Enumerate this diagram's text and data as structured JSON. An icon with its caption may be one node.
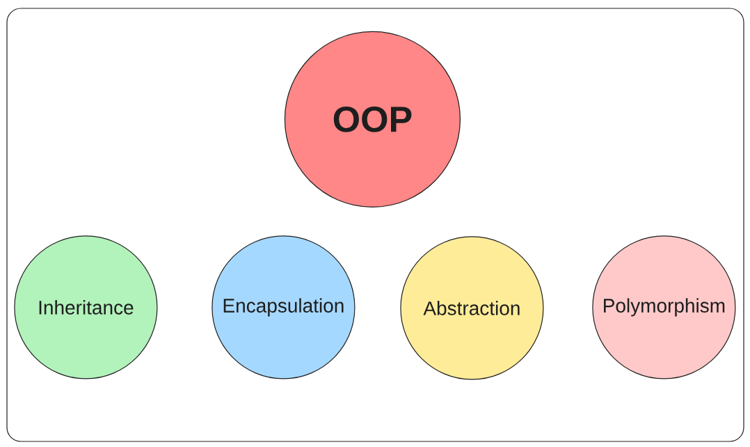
{
  "diagram": {
    "nodes": [
      {
        "text": [],
        "shape": "box"
      },
      {
        "text": [
          "OOP"
        ],
        "in": 0
      },
      {
        "text": [
          "Inheritance"
        ],
        "in": 0
      },
      {
        "text": [
          "Encapsulation"
        ],
        "in": 0
      },
      {
        "text": [
          "Abstraction"
        ],
        "in": 0
      },
      {
        "text": [
          "Polymorphism"
        ],
        "in": 0
      }
    ]
  }
}
